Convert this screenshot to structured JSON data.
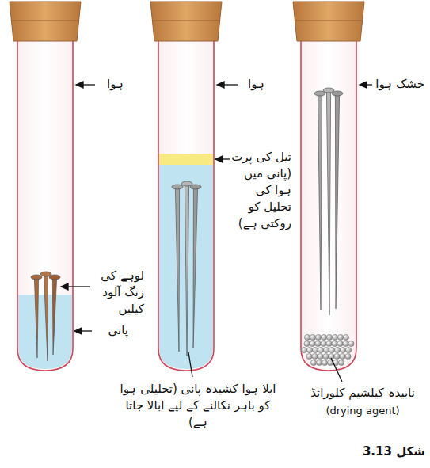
{
  "diagram": {
    "caption": "شکل 3.13",
    "labels": [
      "ہوا",
      "لوہے کی زنگ آلود کیلیں",
      "پانی",
      "ہوا",
      "تیل کی پرت (پانی میں ہوا کی تحلیل کو روکتی ہے)",
      "ابلا ہوا کشیدہ پانی (تحلیلی ہوا کو باہر نکالنے کے لیے ابالا جاتا ہے)",
      "خشک ہوا",
      "نابیدہ کیلشیم کلورائڈ",
      "(drying agent)"
    ]
  }
}
